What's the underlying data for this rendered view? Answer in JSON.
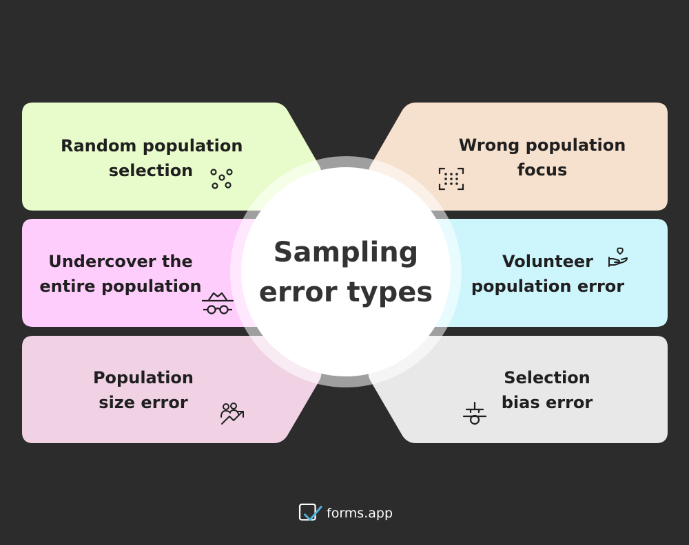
{
  "center": {
    "line1": "Sampling",
    "line2": "error types"
  },
  "cards": [
    {
      "id": "random",
      "line1": "Random population",
      "line2": "selection",
      "color": "#e8fccb",
      "icon": "scattered-dots-icon"
    },
    {
      "id": "wrong",
      "line1": "Wrong population",
      "line2": "focus",
      "color": "#f6e0ce",
      "icon": "focus-frame-icon"
    },
    {
      "id": "under",
      "line1": "Undercover the",
      "line2": "entire population",
      "color": "#ffcdfc",
      "icon": "spy-disguise-icon"
    },
    {
      "id": "volunteer",
      "line1": "Volunteer",
      "line2": "population error",
      "color": "#cdf5fc",
      "icon": "hand-heart-icon"
    },
    {
      "id": "size",
      "line1": "Population",
      "line2": "size error",
      "color": "#f0d2e4",
      "icon": "people-growth-icon"
    },
    {
      "id": "bias",
      "line1": "Selection",
      "line2": "bias error",
      "color": "#e8e8e8",
      "icon": "balance-bias-icon"
    }
  ],
  "footer": {
    "brand": "forms.app",
    "logo_icon": "forms-app-logo-icon"
  },
  "colors": {
    "background": "#2c2c2c",
    "ring": "#d8d8d8",
    "circle": "#ffffff",
    "text": "#1f1f1f"
  }
}
